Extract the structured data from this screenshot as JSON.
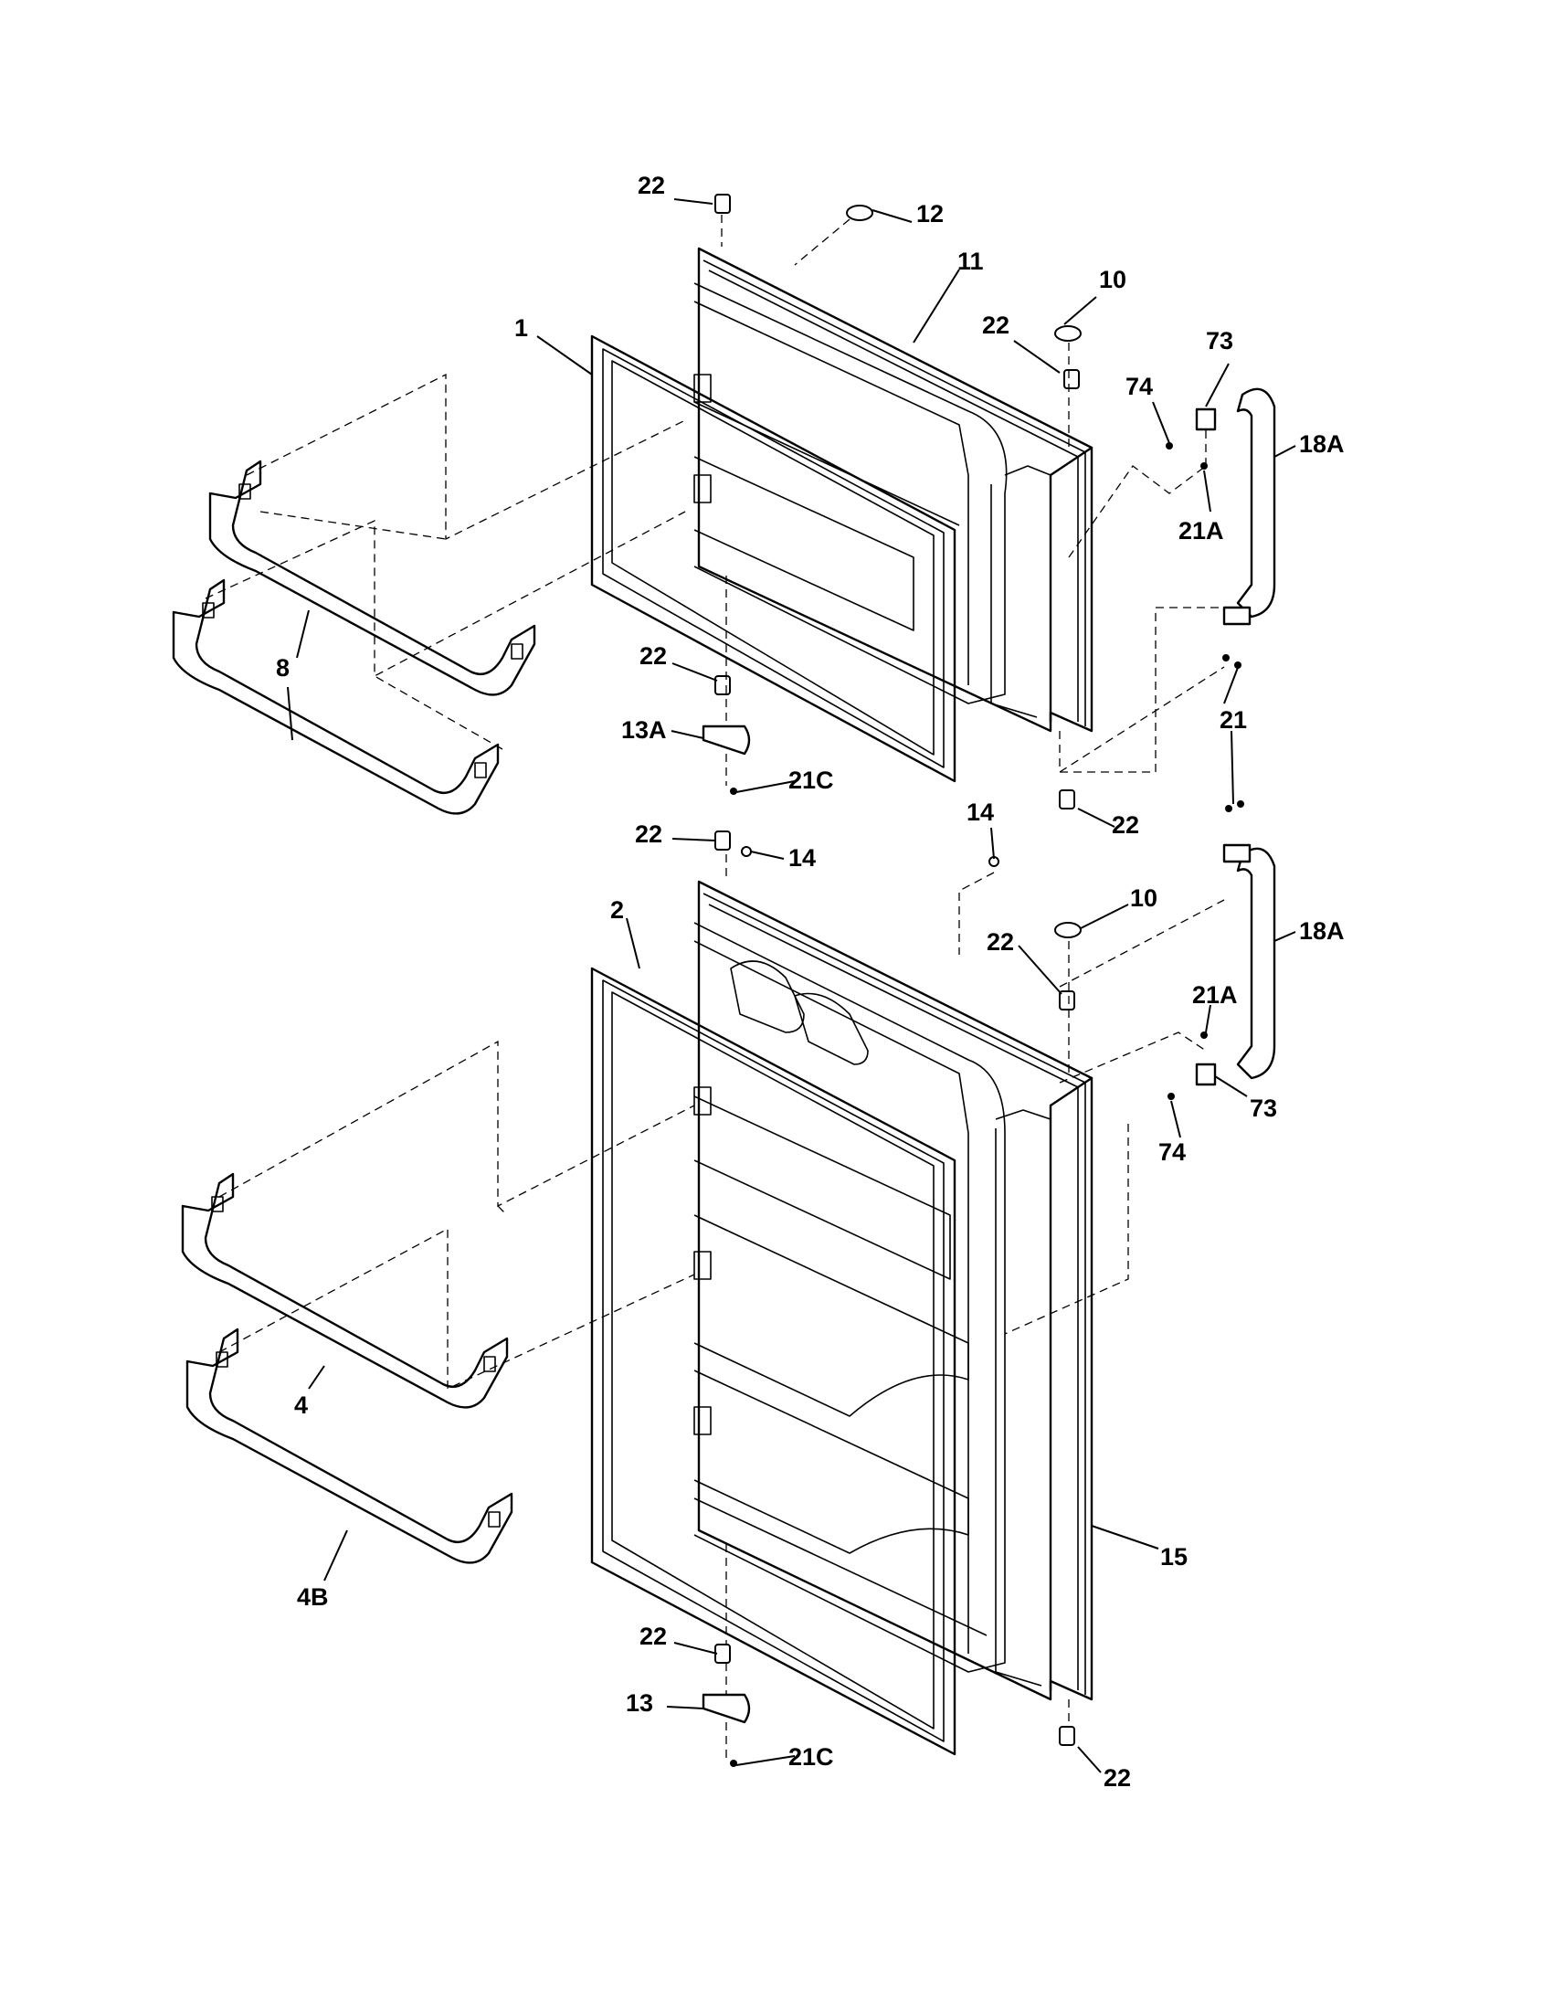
{
  "callouts": {
    "c22_top_left": "22",
    "c12": "12",
    "c11": "11",
    "c10_top": "10",
    "c22_top_right": "22",
    "c1": "1",
    "c73_top": "73",
    "c74_top": "74",
    "c18A_top": "18A",
    "c21A_top": "21A",
    "c8": "8",
    "c22_mid_left": "22",
    "c13A": "13A",
    "c21C_top": "21C",
    "c21": "21",
    "c22_mid_right": "22",
    "c14_right": "14",
    "c22_lower_top": "22",
    "c14_left": "14",
    "c2": "2",
    "c10_bottom": "10",
    "c22_lower_right": "22",
    "c18A_bottom": "18A",
    "c21A_bottom": "21A",
    "c73_bottom": "73",
    "c74_bottom": "74",
    "c15": "15",
    "c4": "4",
    "c4B": "4B",
    "c22_bottom_left": "22",
    "c13": "13",
    "c21C_bottom": "21C",
    "c22_bottom_right": "22"
  }
}
